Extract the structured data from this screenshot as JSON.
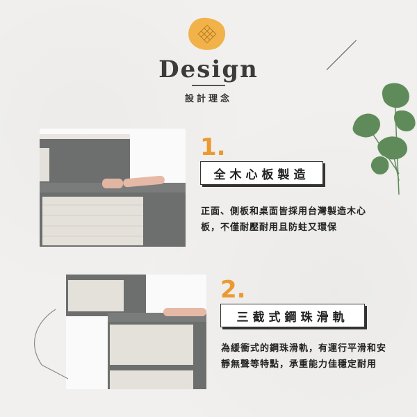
{
  "header": {
    "title": "Design",
    "subtitle": "設計理念"
  },
  "features": [
    {
      "number": "1.",
      "heading": "全木心板製造",
      "description": "正面、側板和桌面皆採用台灣製造木心板，不僅耐壓耐用且防蛀又環保",
      "image": "dresser-drawer-icon"
    },
    {
      "number": "2.",
      "heading": "三截式鋼珠滑軌",
      "description": "為緩衝式的鋼珠滑軌，有運行平滑和安靜無聲等特點，承重能力佳穩定耐用",
      "image": "drawer-slide-icon"
    }
  ],
  "colors": {
    "accent": "#ec9a2f",
    "text": "#222222",
    "cabinet_gray": "#6d6f6e",
    "drawer_front": "#e4e0da"
  }
}
